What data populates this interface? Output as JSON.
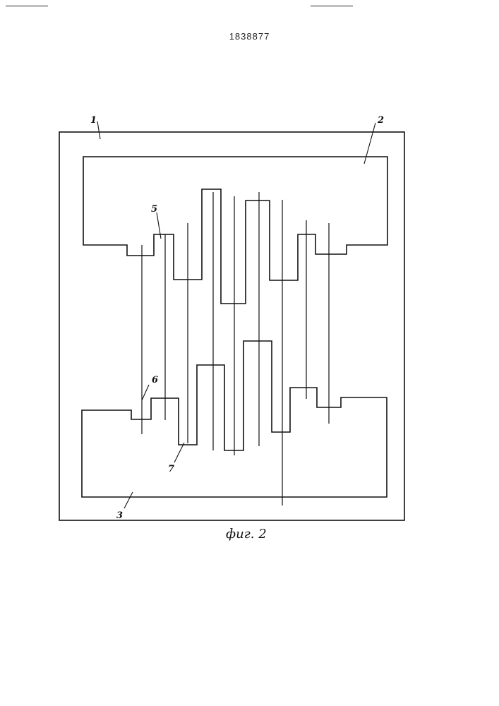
{
  "document": {
    "patent_number": "1838877",
    "figure_caption": "фиг. 2"
  },
  "figure": {
    "callouts": [
      "1",
      "2",
      "3",
      "5",
      "6",
      "7"
    ],
    "stroke_color": "#111111"
  }
}
